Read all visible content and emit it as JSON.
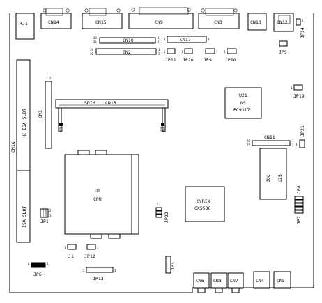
{
  "connectors_top": {
    "rj1": "RJ1",
    "cn14": "CN14",
    "cn15": "CN15",
    "cn9": "CN9",
    "cn3": "CN3",
    "cn13": "CN13",
    "cn12": "CN12"
  },
  "headers_upper": {
    "cn10": "CN10",
    "cn10_pin_l1": "33",
    "cn10_pin_l2": "34",
    "cn10_pin_r1": "1",
    "cn10_pin_r2": "2",
    "cn17": "CN17",
    "cn17_pin_l": "1",
    "cn17_pin_r": "8",
    "cn2": "CN2",
    "cn2_pin_l1": "39",
    "cn2_pin_l2": "40",
    "cn2_pin_r1": "1",
    "cn2_pin_r2": "2",
    "jp11": "JP11",
    "jp20": "JP20",
    "jp9": "JP9",
    "jp10": "JP10",
    "jp14": "JP14",
    "jp5": "JP5",
    "jp19": "JP19",
    "jp21": "JP21",
    "pin_1": "1",
    "pin_3": "3"
  },
  "sdim": {
    "label": "SDIM",
    "name": "CN18"
  },
  "left_side": {
    "cn1": "CN1",
    "cn1_pin_1": "1",
    "cn1_pin_2": "2",
    "cn16": "CN16",
    "isa_slot_1": "ISA SLOT",
    "isa_slot_2": "ISA SLOT",
    "isa_prefix": "K"
  },
  "chips": {
    "u21": "U21",
    "u21_vendor": "NS",
    "u21_part": "PC9317",
    "cn11": "CN11",
    "cn11_pin_l1": "26",
    "cn11_pin_l2": "25",
    "cn11_pin_r1": "1",
    "cn11_pin_r2": "2",
    "doc": "DOC",
    "u25": "U25",
    "u1": "U1",
    "cpu": "CPU",
    "cyrix": "CYRIX",
    "cx5530": "CX5530"
  },
  "jumpers_lower": {
    "jp1": "JP1",
    "jp8": "JP8",
    "jp7": "JP7",
    "jp22": "JP22",
    "jp6": "JP6",
    "j1": "J1",
    "jp12": "JP12",
    "jp13": "JP13",
    "jp3": "JP3",
    "pin_1": "1",
    "pin_2": "2",
    "pin_5": "5",
    "pin_6": "6"
  },
  "connectors_bottom": {
    "cn6": "CN6",
    "cn8": "CN8",
    "cn7": "CN7",
    "cn4": "CN4",
    "cn5": "CN5"
  }
}
